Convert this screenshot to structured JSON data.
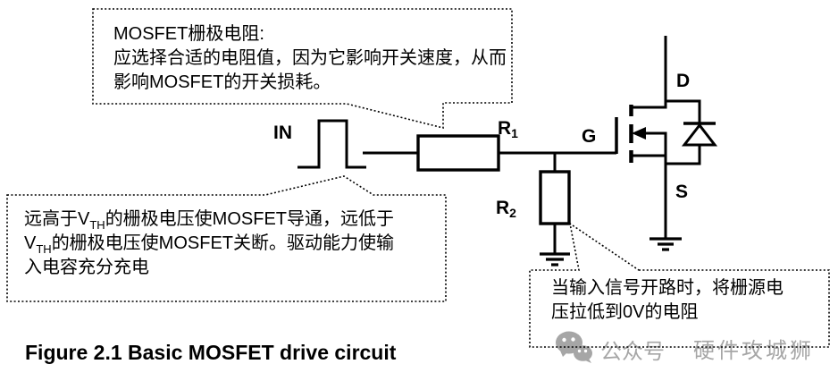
{
  "colors": {
    "ink": "#000000",
    "background": "#ffffff",
    "watermark": "#a6a6a6"
  },
  "callouts": {
    "gate_resistor_note": {
      "lines": [
        "MOSFET栅极电阻:",
        "应选择合适的电阻值，因为它影响开关速度，从而",
        "影响MOSFET的开关损耗。"
      ]
    },
    "vth_note": {
      "line1_pre": "远高于V",
      "line1_sub": "TH",
      "line1_rest": "的栅极电压使MOSFET导通，远低于",
      "line2_pre": "V",
      "line2_sub": "TH",
      "line2_rest": "的栅极电压使MOSFET关断。驱动能力使输",
      "line3": "入电容充分充电"
    },
    "pulldown_note": {
      "lines": [
        "当输入信号开路时，将栅源电",
        "压拉低到0V的电阻"
      ]
    }
  },
  "schematic_labels": {
    "input": "IN",
    "r1": {
      "base": "R",
      "sub": "1"
    },
    "r2": {
      "base": "R",
      "sub": "2"
    },
    "gate": "G",
    "drain": "D",
    "source": "S"
  },
  "caption": "Figure 2.1 Basic MOSFET drive circuit",
  "watermark": {
    "icon": "wechat-icon",
    "account_label": "公众号",
    "account_name": "硬件攻城狮"
  }
}
